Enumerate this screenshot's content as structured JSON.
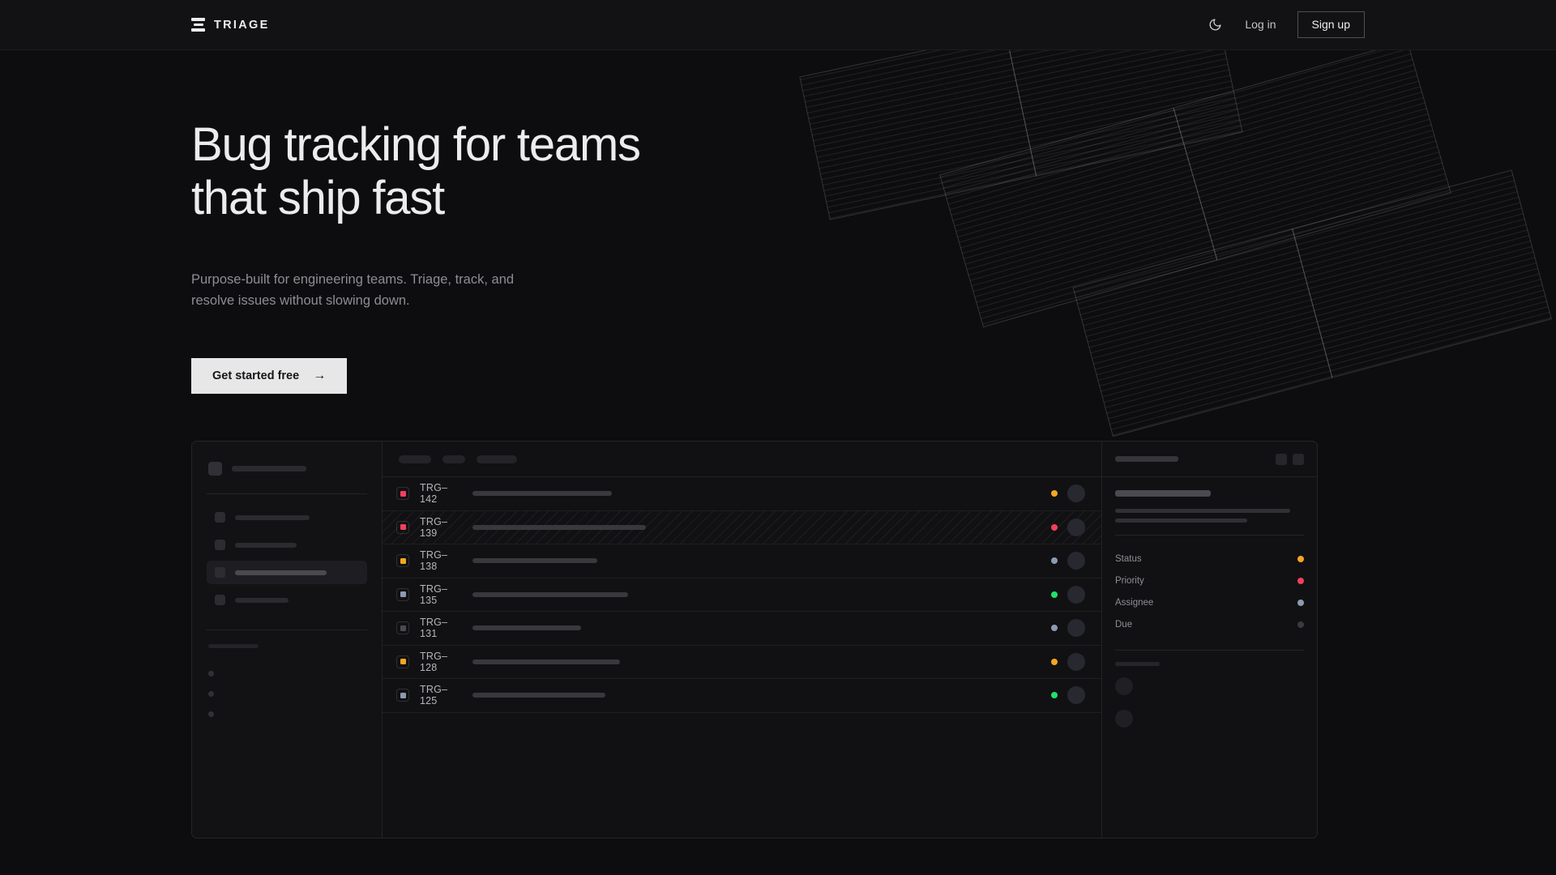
{
  "theme": {
    "bg": "#0d0d0f",
    "panel": "#111113",
    "header_bg": "#121214",
    "text_primary": "#ececee",
    "text_muted": "#8d8d93",
    "accent_amber": "#f5a623",
    "accent_pink": "#f43f5e",
    "accent_green": "#22e06b",
    "accent_slate": "#8c9bb0",
    "accent_dim": "#3a3a40",
    "cta_bg": "#e7e7e7",
    "cta_text": "#16161a"
  },
  "header": {
    "brand": "TRIAGE",
    "brand_icon": "stacked-bars-logo-icon",
    "theme_toggle_icon": "moon-icon",
    "login_label": "Log in",
    "signup_label": "Sign up"
  },
  "hero": {
    "headline_line1": "Bug tracking for teams",
    "headline_line2": "that ship fast",
    "subhead_line1": "Purpose-built for engineering teams. Triage, track, and",
    "subhead_line2": "resolve issues without slowing down.",
    "cta_label": "Get started free",
    "cta_arrow": "→"
  },
  "app_preview": {
    "sidebar": {
      "workspace_placeholder_width": 92,
      "nav_items": [
        {
          "name": "nav-item-1",
          "width": 92,
          "active": false
        },
        {
          "name": "nav-item-2",
          "width": 76,
          "active": false
        },
        {
          "name": "nav-item-3",
          "width": 113,
          "active": true
        },
        {
          "name": "nav-item-4",
          "width": 66,
          "active": false
        }
      ],
      "section_label_width": 62,
      "mini_items": [
        {
          "name": "mini-item-1"
        },
        {
          "name": "mini-item-2"
        },
        {
          "name": "mini-item-3"
        }
      ]
    },
    "list_header": {
      "filter_placeholders": [
        40,
        28,
        50
      ]
    },
    "issues": [
      {
        "id": "TRG–142",
        "priority_color": "#f43f5e",
        "status_color": "#f5a623",
        "title_width": 172,
        "selected": false
      },
      {
        "id": "TRG–139",
        "priority_color": "#f43f5e",
        "status_color": "#f43f5e",
        "title_width": 214,
        "selected": true
      },
      {
        "id": "TRG–138",
        "priority_color": "#f5a623",
        "status_color": "#8c9bb0",
        "title_width": 154,
        "selected": false
      },
      {
        "id": "TRG–135",
        "priority_color": "#8c9bb0",
        "status_color": "#22e06b",
        "title_width": 192,
        "selected": false
      },
      {
        "id": "TRG–131",
        "priority_color": "#4a4a52",
        "status_color": "#8c9bb0",
        "title_width": 134,
        "selected": false
      },
      {
        "id": "TRG–128",
        "priority_color": "#f5a623",
        "status_color": "#f5a623",
        "title_width": 182,
        "selected": false
      },
      {
        "id": "TRG–125",
        "priority_color": "#8c9bb0",
        "status_color": "#22e06b",
        "title_width": 164,
        "selected": false
      }
    ],
    "detail": {
      "title_placeholder_width": 78,
      "action_icons": [
        "detail-action-1-icon",
        "detail-action-2-icon"
      ],
      "heading_placeholder_width": 118,
      "body_line_widths": [
        216,
        163
      ],
      "meta": [
        {
          "label": "Status",
          "color": "#f5a623"
        },
        {
          "label": "Priority",
          "color": "#f43f5e"
        },
        {
          "label": "Assignee",
          "color": "#8c9bb0"
        },
        {
          "label": "Due",
          "color": "#3a3a40"
        }
      ],
      "comments_label_width": 55,
      "comment_avatars": [
        "comment-avatar-1",
        "comment-avatar-2"
      ]
    }
  }
}
